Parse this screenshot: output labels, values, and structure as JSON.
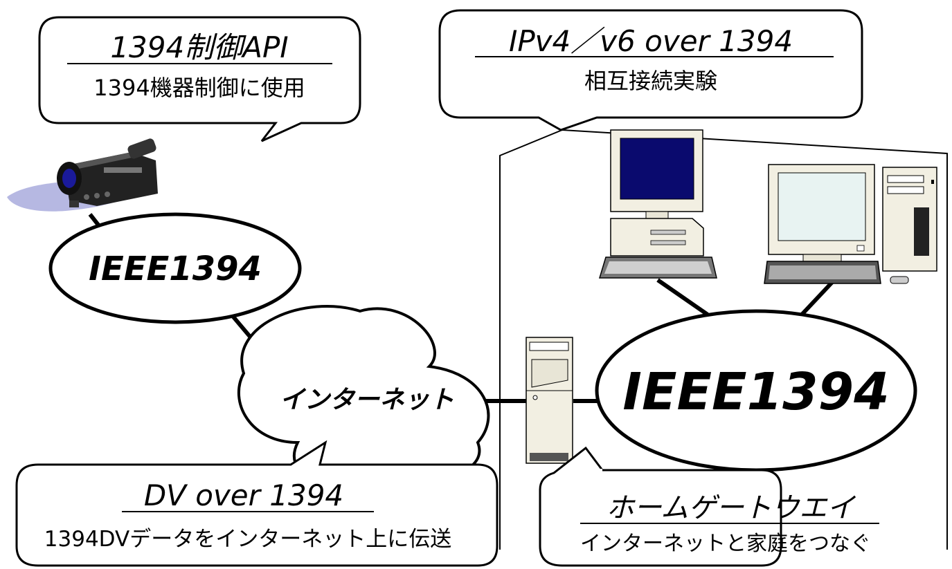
{
  "callouts": {
    "control_api": {
      "title": "1394制御API",
      "subtitle": "1394機器制御に使用"
    },
    "ipv4v6": {
      "title": "IPv4／v6 over 1394",
      "subtitle": "相互接続実験"
    },
    "dv": {
      "title": "DV over 1394",
      "subtitle": "1394DVデータをインターネット上に伝送"
    },
    "gateway": {
      "title": "ホームゲートウエイ",
      "subtitle": "インターネットと家庭をつなぐ"
    }
  },
  "nodes": {
    "ieee_left": "IEEE1394",
    "ieee_right": "IEEE1394",
    "internet": "インターネット"
  },
  "icons": [
    "camcorder-icon",
    "desktop-pc-icon",
    "desktop-pc-tower-icon",
    "server-tower-icon",
    "house-outline"
  ],
  "colors": {
    "stroke": "#000000",
    "screen_blue": "#0a0a6e",
    "case_beige": "#f2efe2",
    "shadow_lavender": "#b6b8e2"
  }
}
